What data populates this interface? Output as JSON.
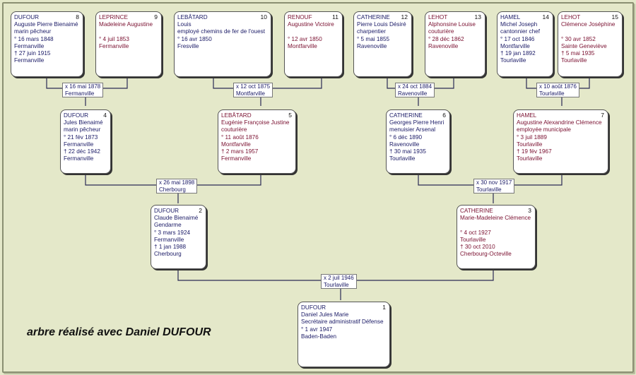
{
  "credit": "arbre réalisé avec Daniel DUFOUR",
  "persons": {
    "p1": {
      "num": "1",
      "lines": [
        "DUFOUR",
        "Daniel Jules Marie",
        "Secrétaire administratif Défense",
        "° 1 avr 1947",
        "Baden-Baden"
      ]
    },
    "p2": {
      "num": "2",
      "lines": [
        "DUFOUR",
        "Claude Bienaimé",
        "Gendarme",
        "° 3 mars 1924",
        "Fermanville",
        "† 1 jan 1988",
        "Cherbourg"
      ]
    },
    "p3": {
      "num": "3",
      "lines": [
        "CATHERINE",
        "Marie-Madeleine Clémence",
        "",
        "° 4 oct 1927",
        "Tourlaville",
        "† 30 oct 2010",
        "Cherbourg-Octeville"
      ]
    },
    "p4": {
      "num": "4",
      "lines": [
        "DUFOUR",
        "Jules Bienaimé",
        "marin pêcheur",
        "° 21 fév 1873",
        "Fermanville",
        "† 22 déc 1942",
        "Fermanville"
      ]
    },
    "p5": {
      "num": "5",
      "lines": [
        "LEBÂTARD",
        "Eugénie Françoise Justine",
        "couturière",
        "° 11 août 1876",
        "Montfarville",
        "† 2 mars 1957",
        "Fermanville"
      ]
    },
    "p6": {
      "num": "6",
      "lines": [
        "CATHERINE",
        "Georges Pierre Henri",
        "menuisier Arsenal",
        "° 6 déc 1890",
        "Ravenoville",
        "† 30 mai 1935",
        "Tourlaville"
      ]
    },
    "p7": {
      "num": "7",
      "lines": [
        "HAMEL",
        "Augustine Alexandrine Clémence",
        "employée municipale",
        "° 3 juil 1889",
        "Tourlaville",
        "† 19 fév 1967",
        "Tourlaville"
      ]
    },
    "p8": {
      "num": "8",
      "lines": [
        "DUFOUR",
        "Auguste Pierre Bienaimé",
        "marin pêcheur",
        "° 16 mars 1848",
        "Fermanville",
        "† 27 juin 1915",
        "Fermanville"
      ]
    },
    "p9": {
      "num": "9",
      "lines": [
        "LEPRINCE",
        "Madeleine Augustine",
        "",
        "° 4 juil 1853",
        "Fermanville"
      ]
    },
    "p10": {
      "num": "10",
      "lines": [
        "LEBÂTARD",
        "Louis",
        "employé chemins de fer de l'ouest",
        "° 16 avr 1850",
        "Fresville"
      ]
    },
    "p11": {
      "num": "11",
      "lines": [
        "RENOUF",
        "Augustine Victoire",
        "",
        "° 12 avr 1850",
        "Montfarville"
      ]
    },
    "p12": {
      "num": "12",
      "lines": [
        "CATHERINE",
        "Pierre Louis Désiré",
        "charpentier",
        "° 5 mai 1855",
        "Ravenoville"
      ]
    },
    "p13": {
      "num": "13",
      "lines": [
        "LEHOT",
        "Alphonsine Louise",
        "couturière",
        "° 28 déc 1862",
        "Ravenoville"
      ]
    },
    "p14": {
      "num": "14",
      "lines": [
        "HAMEL",
        "Michel Joseph",
        "cantonnier chef",
        "° 17 oct 1846",
        "Montfarville",
        "† 19 jan 1892",
        "Tourlaville"
      ]
    },
    "p15": {
      "num": "15",
      "lines": [
        "LEHOT",
        "Clémence Joséphine",
        "",
        "° 30 avr 1852",
        "Sainte Geneviève",
        "† 5 mai 1935",
        "Tourlaville"
      ]
    }
  },
  "marriages": {
    "m8_9": [
      "x 16 mai 1878",
      "Fermanville"
    ],
    "m10_11": [
      "x 12 oct 1875",
      "Montfarville"
    ],
    "m12_13": [
      "x 24 oct 1884",
      "Ravenoville"
    ],
    "m14_15": [
      "x 10 août 1876",
      "Tourlaville"
    ],
    "m4_5": [
      "x 26 mai 1898",
      "Cherbourg"
    ],
    "m6_7": [
      "x 30 nov 1917",
      "Tourlaville"
    ],
    "m2_3": [
      "x 2 juil 1946",
      "Tourlaville"
    ]
  },
  "colors": {
    "male": "#1a1a66",
    "female": "#7a1030",
    "background": "#e4e8c9",
    "line": "#2a2a55"
  }
}
